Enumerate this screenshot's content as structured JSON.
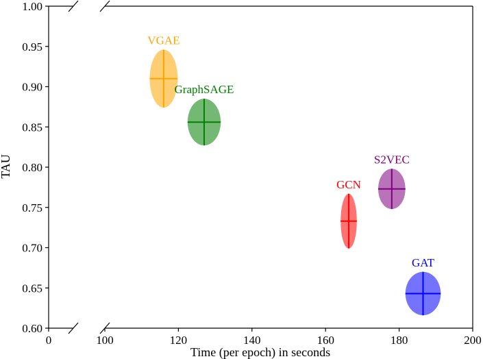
{
  "chart_data": {
    "type": "scatter",
    "title": "",
    "xlabel": "Time (per epoch) in seconds",
    "ylabel": "TAU",
    "x_axis_break": true,
    "x_ticks": [
      0,
      100,
      120,
      140,
      160,
      180,
      200
    ],
    "x_tick_labels": [
      "0",
      "100",
      "120",
      "140",
      "160",
      "180",
      "200"
    ],
    "xlim_segments": [
      [
        0,
        10
      ],
      [
        100,
        200
      ]
    ],
    "y_ticks": [
      0.6,
      0.65,
      0.7,
      0.75,
      0.8,
      0.85,
      0.9,
      0.95,
      1.0
    ],
    "y_tick_labels": [
      "0.60",
      "0.65",
      "0.70",
      "0.75",
      "0.80",
      "0.85",
      "0.90",
      "0.95",
      "1.00"
    ],
    "ylim": [
      0.6,
      1.0
    ],
    "grid": false,
    "points": [
      {
        "label": "VGAE",
        "x": 116,
        "y": 0.91,
        "x_err": 3.8,
        "y_err": 0.036,
        "color": "#FFA500"
      },
      {
        "label": "GraphSAGE",
        "x": 127,
        "y": 0.856,
        "x_err": 4.5,
        "y_err": 0.029,
        "color": "#008000"
      },
      {
        "label": "GCN",
        "x": 166.3,
        "y": 0.733,
        "x_err": 2.2,
        "y_err": 0.034,
        "color": "#FF0000"
      },
      {
        "label": "S2VEC",
        "x": 178,
        "y": 0.773,
        "x_err": 3.7,
        "y_err": 0.025,
        "color": "#800080"
      },
      {
        "label": "GAT",
        "x": 186.5,
        "y": 0.643,
        "x_err": 4.8,
        "y_err": 0.027,
        "color": "#0000FF"
      }
    ]
  }
}
